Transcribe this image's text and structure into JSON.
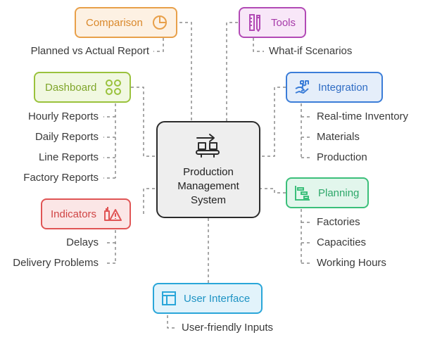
{
  "center": {
    "title": "Production\nManagement\nSystem",
    "icon": "conveyor-belt-icon"
  },
  "nodes": {
    "comparison": {
      "label": "Comparison",
      "icon": "pie-chart-icon",
      "color": "#e8a04a",
      "fill": "#fdf1e3",
      "items": [
        "Planned vs Actual Report"
      ]
    },
    "tools": {
      "label": "Tools",
      "icon": "ruler-pencil-icon",
      "color": "#b24ab5",
      "fill": "#f8e7f8",
      "items": [
        "What-if Scenarios"
      ]
    },
    "dashboard": {
      "label": "Dashboard",
      "icon": "grid-circles-icon",
      "color": "#9ac23c",
      "fill": "#f1f8e1",
      "items": [
        "Hourly Reports",
        "Daily Reports",
        "Line Reports",
        "Factory Reports"
      ]
    },
    "integration": {
      "label": "Integration",
      "icon": "puzzle-hand-icon",
      "color": "#3b7dd8",
      "fill": "#e5eefa",
      "items": [
        "Real-time Inventory",
        "Materials",
        "Production"
      ]
    },
    "indicators": {
      "label": "Indicators",
      "icon": "warning-icon",
      "color": "#e05555",
      "fill": "#fbe6e6",
      "items": [
        "Delays",
        "Delivery Problems"
      ]
    },
    "planning": {
      "label": "Planning",
      "icon": "gantt-icon",
      "color": "#3bbf7a",
      "fill": "#e2f6ec",
      "items": [
        "Factories",
        "Capacities",
        "Working Hours"
      ]
    },
    "ui": {
      "label": "User Interface",
      "icon": "window-icon",
      "color": "#2aa6d9",
      "fill": "#e2f3fb",
      "items": [
        "User-friendly Inputs"
      ]
    }
  }
}
